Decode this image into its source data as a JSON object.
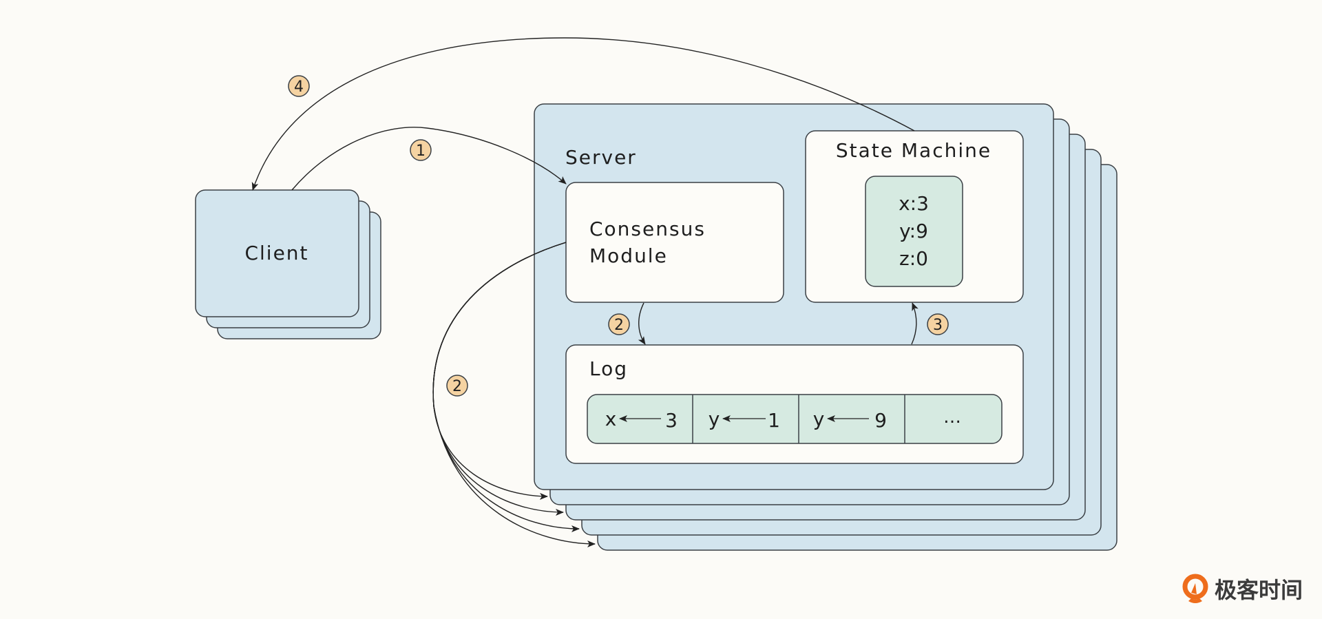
{
  "diagram": {
    "title": "Replicated State Machine Architecture",
    "colors": {
      "background": "#fcfbf7",
      "box_blue": "#d3e5ee",
      "box_white": "#fdfcf8",
      "box_green": "#d6eae1",
      "stroke": "#3a3f44",
      "badge_fill": "#f5d3a2",
      "logo_orange": "#ee6d1c"
    },
    "client": {
      "label": "Client",
      "stack_count": 3
    },
    "server": {
      "label": "Server",
      "stack_count": 5,
      "consensus_module": {
        "label_line1": "Consensus",
        "label_line2": "Module"
      },
      "state_machine": {
        "label": "State Machine",
        "state": [
          "x:3",
          "y:9",
          "z:0"
        ]
      },
      "log": {
        "label": "Log",
        "entries": [
          {
            "var": "x",
            "value": "3"
          },
          {
            "var": "y",
            "value": "1"
          },
          {
            "var": "y",
            "value": "9"
          },
          {
            "var": "",
            "value": "…"
          }
        ]
      }
    },
    "steps": [
      {
        "id": "1",
        "from": "client",
        "to": "consensus-module"
      },
      {
        "id": "2",
        "from": "consensus-module",
        "to": "log"
      },
      {
        "id": "2",
        "from": "consensus-module",
        "to": "other-servers"
      },
      {
        "id": "3",
        "from": "log",
        "to": "state-machine"
      },
      {
        "id": "4",
        "from": "state-machine",
        "to": "client"
      }
    ],
    "logo": {
      "brand": "极客时间"
    }
  }
}
